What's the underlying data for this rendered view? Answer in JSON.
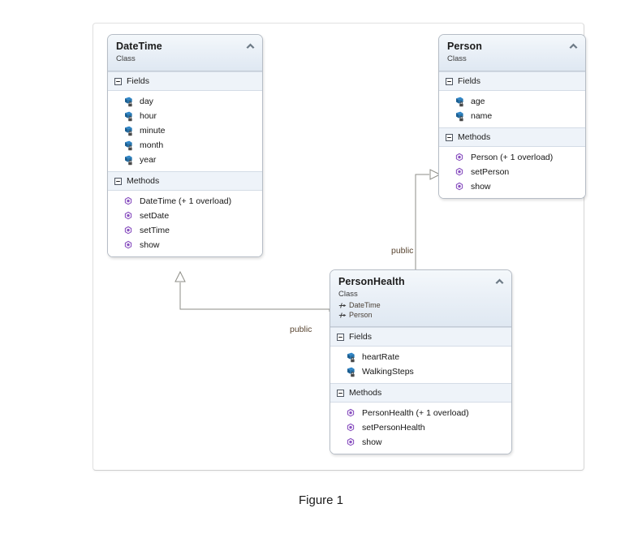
{
  "figure": {
    "caption": "Figure 1"
  },
  "diagram": {
    "type": "uml-class-diagram",
    "classes": [
      {
        "id": "datetime",
        "name": "DateTime",
        "kind": "Class",
        "bases": [],
        "collapse_icon": "chevron-up-icon",
        "compartments": [
          {
            "title": "Fields",
            "toggle_icon": "collapse-box-icon",
            "members": [
              {
                "name": "day",
                "icon": "field-private-icon"
              },
              {
                "name": "hour",
                "icon": "field-private-icon"
              },
              {
                "name": "minute",
                "icon": "field-private-icon"
              },
              {
                "name": "month",
                "icon": "field-private-icon"
              },
              {
                "name": "year",
                "icon": "field-private-icon"
              }
            ]
          },
          {
            "title": "Methods",
            "toggle_icon": "collapse-box-icon",
            "members": [
              {
                "name": "DateTime (+ 1 overload)",
                "icon": "method-icon"
              },
              {
                "name": "setDate",
                "icon": "method-icon"
              },
              {
                "name": "setTime",
                "icon": "method-icon"
              },
              {
                "name": "show",
                "icon": "method-icon"
              }
            ]
          }
        ]
      },
      {
        "id": "person",
        "name": "Person",
        "kind": "Class",
        "bases": [],
        "collapse_icon": "chevron-up-icon",
        "compartments": [
          {
            "title": "Fields",
            "toggle_icon": "collapse-box-icon",
            "members": [
              {
                "name": "age",
                "icon": "field-private-icon"
              },
              {
                "name": "name",
                "icon": "field-private-icon"
              }
            ]
          },
          {
            "title": "Methods",
            "toggle_icon": "collapse-box-icon",
            "members": [
              {
                "name": "Person (+ 1 overload)",
                "icon": "method-icon"
              },
              {
                "name": "setPerson",
                "icon": "method-icon"
              },
              {
                "name": "show",
                "icon": "method-icon"
              }
            ]
          }
        ]
      },
      {
        "id": "personhealth",
        "name": "PersonHealth",
        "kind": "Class",
        "bases": [
          {
            "name": "DateTime",
            "icon": "base-class-arrow-icon"
          },
          {
            "name": "Person",
            "icon": "base-class-arrow-icon"
          }
        ],
        "collapse_icon": "chevron-up-icon",
        "compartments": [
          {
            "title": "Fields",
            "toggle_icon": "collapse-box-icon",
            "members": [
              {
                "name": "heartRate",
                "icon": "field-private-icon"
              },
              {
                "name": "WalkingSteps",
                "icon": "field-private-icon"
              }
            ]
          },
          {
            "title": "Methods",
            "toggle_icon": "collapse-box-icon",
            "members": [
              {
                "name": "PersonHealth (+ 1 overload)",
                "icon": "method-icon"
              },
              {
                "name": "setPersonHealth",
                "icon": "method-icon"
              },
              {
                "name": "show",
                "icon": "method-icon"
              }
            ]
          }
        ]
      }
    ],
    "connectors": [
      {
        "id": "personhealth-to-datetime",
        "from": "PersonHealth",
        "to": "DateTime",
        "label": "public",
        "arrow": "inheritance-hollow-triangle"
      },
      {
        "id": "personhealth-to-person",
        "from": "PersonHealth",
        "to": "Person",
        "label": "public",
        "arrow": "inheritance-hollow-triangle"
      }
    ],
    "colors": {
      "class_border": "#b6bdc6",
      "header_gradient_top": "#f4f8fb",
      "header_gradient_bottom": "#dfe8f2",
      "compartment_header_bg": "#eef3f9",
      "field_icon": "#1f6fb0",
      "method_icon": "#8a52c0",
      "connector_line": "#8d8d87",
      "connector_label": "#5a4632"
    }
  }
}
